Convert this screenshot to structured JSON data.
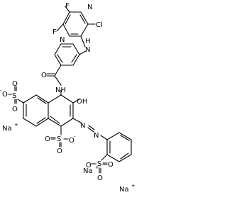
{
  "diagram": {
    "type": "chemical-structure",
    "atoms": {
      "F_top": "F",
      "F_left": "F",
      "Cl": "Cl",
      "N_ring_top": "N",
      "N_ring_bottom": "N",
      "NH_bridge": "N",
      "H_bridge": "H",
      "O_amide": "O",
      "NH_amide": "NH",
      "OH": "OH",
      "N_azo_1": "N",
      "N_azo_2": "N",
      "sulfonate_left": "O",
      "S_left": "S",
      "O_left_1": "O",
      "O_left_2": "O",
      "S_mid": "S",
      "O_mid_1": "O",
      "O_mid_2": "O",
      "O_mid_3": "O",
      "S_right": "S",
      "O_right_1": "O",
      "O_right_2": "O",
      "O_right_3": "O"
    },
    "counterions": {
      "na_1": "Na",
      "na_2": "Na",
      "na_3": "Na",
      "plus": "+",
      "minus": "-"
    }
  }
}
